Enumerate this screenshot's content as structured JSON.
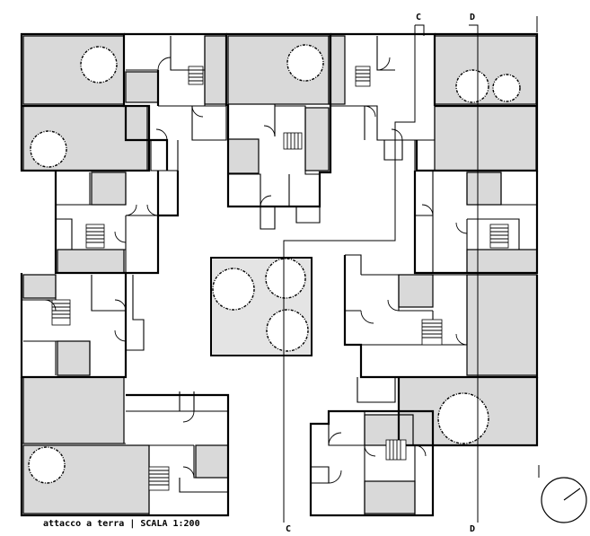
{
  "caption": "attacco a terra | SCALA 1:200",
  "section_marks": {
    "c_top": "C",
    "d_top": "D",
    "c_bottom": "C",
    "d_bottom": "D"
  },
  "north_arrow_icon": "north-arrow-circle-icon",
  "tree_icon": "tree-canopy-icon"
}
